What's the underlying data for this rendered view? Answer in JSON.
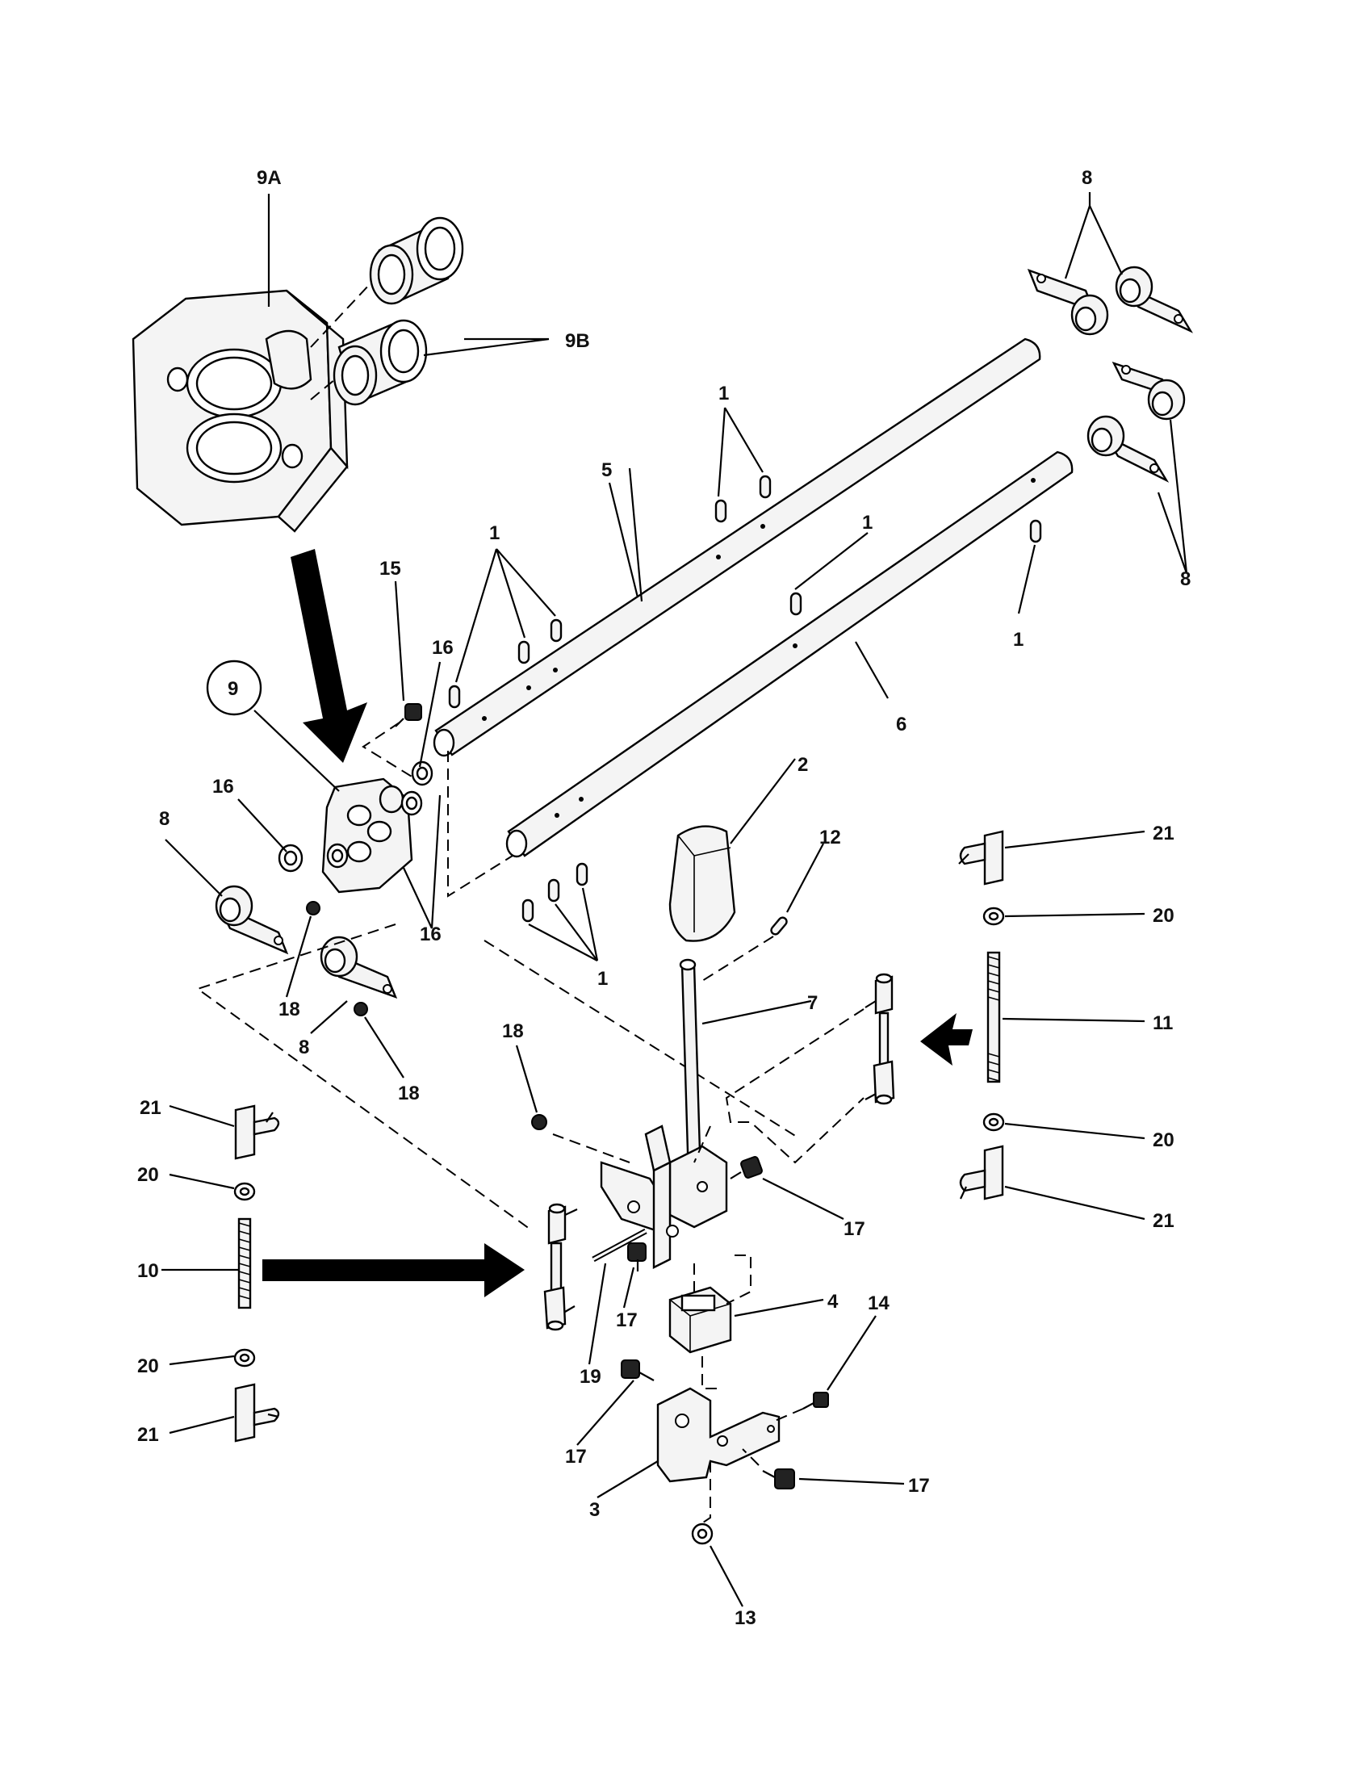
{
  "callouts": {
    "c9A": "9A",
    "c9B": "9B",
    "c9": "9",
    "c8_top": "8",
    "c8_right": "8",
    "c8_left": "8",
    "c8_mid": "8",
    "c1_a": "1",
    "c1_b": "1",
    "c1_c": "1",
    "c1_d": "1",
    "c1_e": "1",
    "c5": "5",
    "c6": "6",
    "c15": "15",
    "c16_a": "16",
    "c16_b": "16",
    "c16_c": "16",
    "c2": "2",
    "c12": "12",
    "c7": "7",
    "c18_a": "18",
    "c18_b": "18",
    "c18_c": "18",
    "c21_a": "21",
    "c21_b": "21",
    "c21_c": "21",
    "c21_d": "21",
    "c20_a": "20",
    "c20_b": "20",
    "c20_c": "20",
    "c20_d": "20",
    "c11": "11",
    "c10": "10",
    "c17_a": "17",
    "c17_b": "17",
    "c17_c": "17",
    "c17_d": "17",
    "c4": "4",
    "c14": "14",
    "c19": "19",
    "c3": "3",
    "c13": "13"
  }
}
